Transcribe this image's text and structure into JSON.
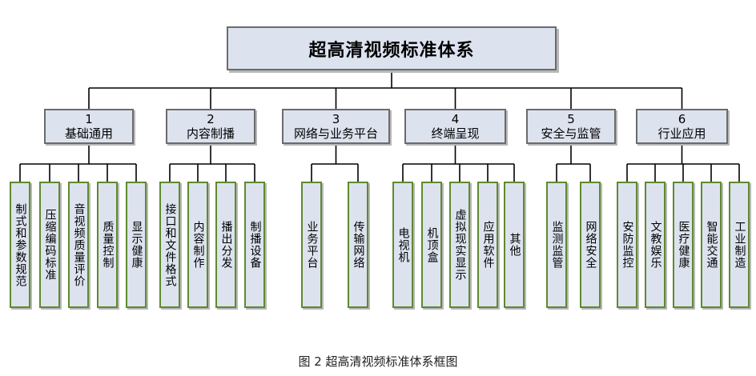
{
  "root": {
    "label": "超高清视频标准体系"
  },
  "categories": [
    {
      "number": "1",
      "label": "基础通用",
      "children": [
        "制式和参数规范",
        "压缩编码标准",
        "音视频质量评价",
        "质量控制",
        "显示健康"
      ]
    },
    {
      "number": "2",
      "label": "内容制播",
      "children": [
        "接口和文件格式",
        "内容制作",
        "播出分发",
        "制播设备"
      ]
    },
    {
      "number": "3",
      "label": "网络与业务平台",
      "children": [
        "业务平台",
        "传输网络"
      ]
    },
    {
      "number": "4",
      "label": "终端呈现",
      "children": [
        "电视机",
        "机顶盒",
        "虚拟现实显示",
        "应用软件",
        "其他"
      ]
    },
    {
      "number": "5",
      "label": "安全与监管",
      "children": [
        "监测监管",
        "网络安全"
      ]
    },
    {
      "number": "6",
      "label": "行业应用",
      "children": [
        "安防监控",
        "文教娱乐",
        "医疗健康",
        "智能交通",
        "工业制造"
      ]
    }
  ],
  "caption": "图 2  超高清视频标准体系框图",
  "colors": {
    "box_fill": "#dce3ef",
    "box_border": "#6b6b6b",
    "leaf_border": "#5f8a2e",
    "line": "#000000"
  }
}
